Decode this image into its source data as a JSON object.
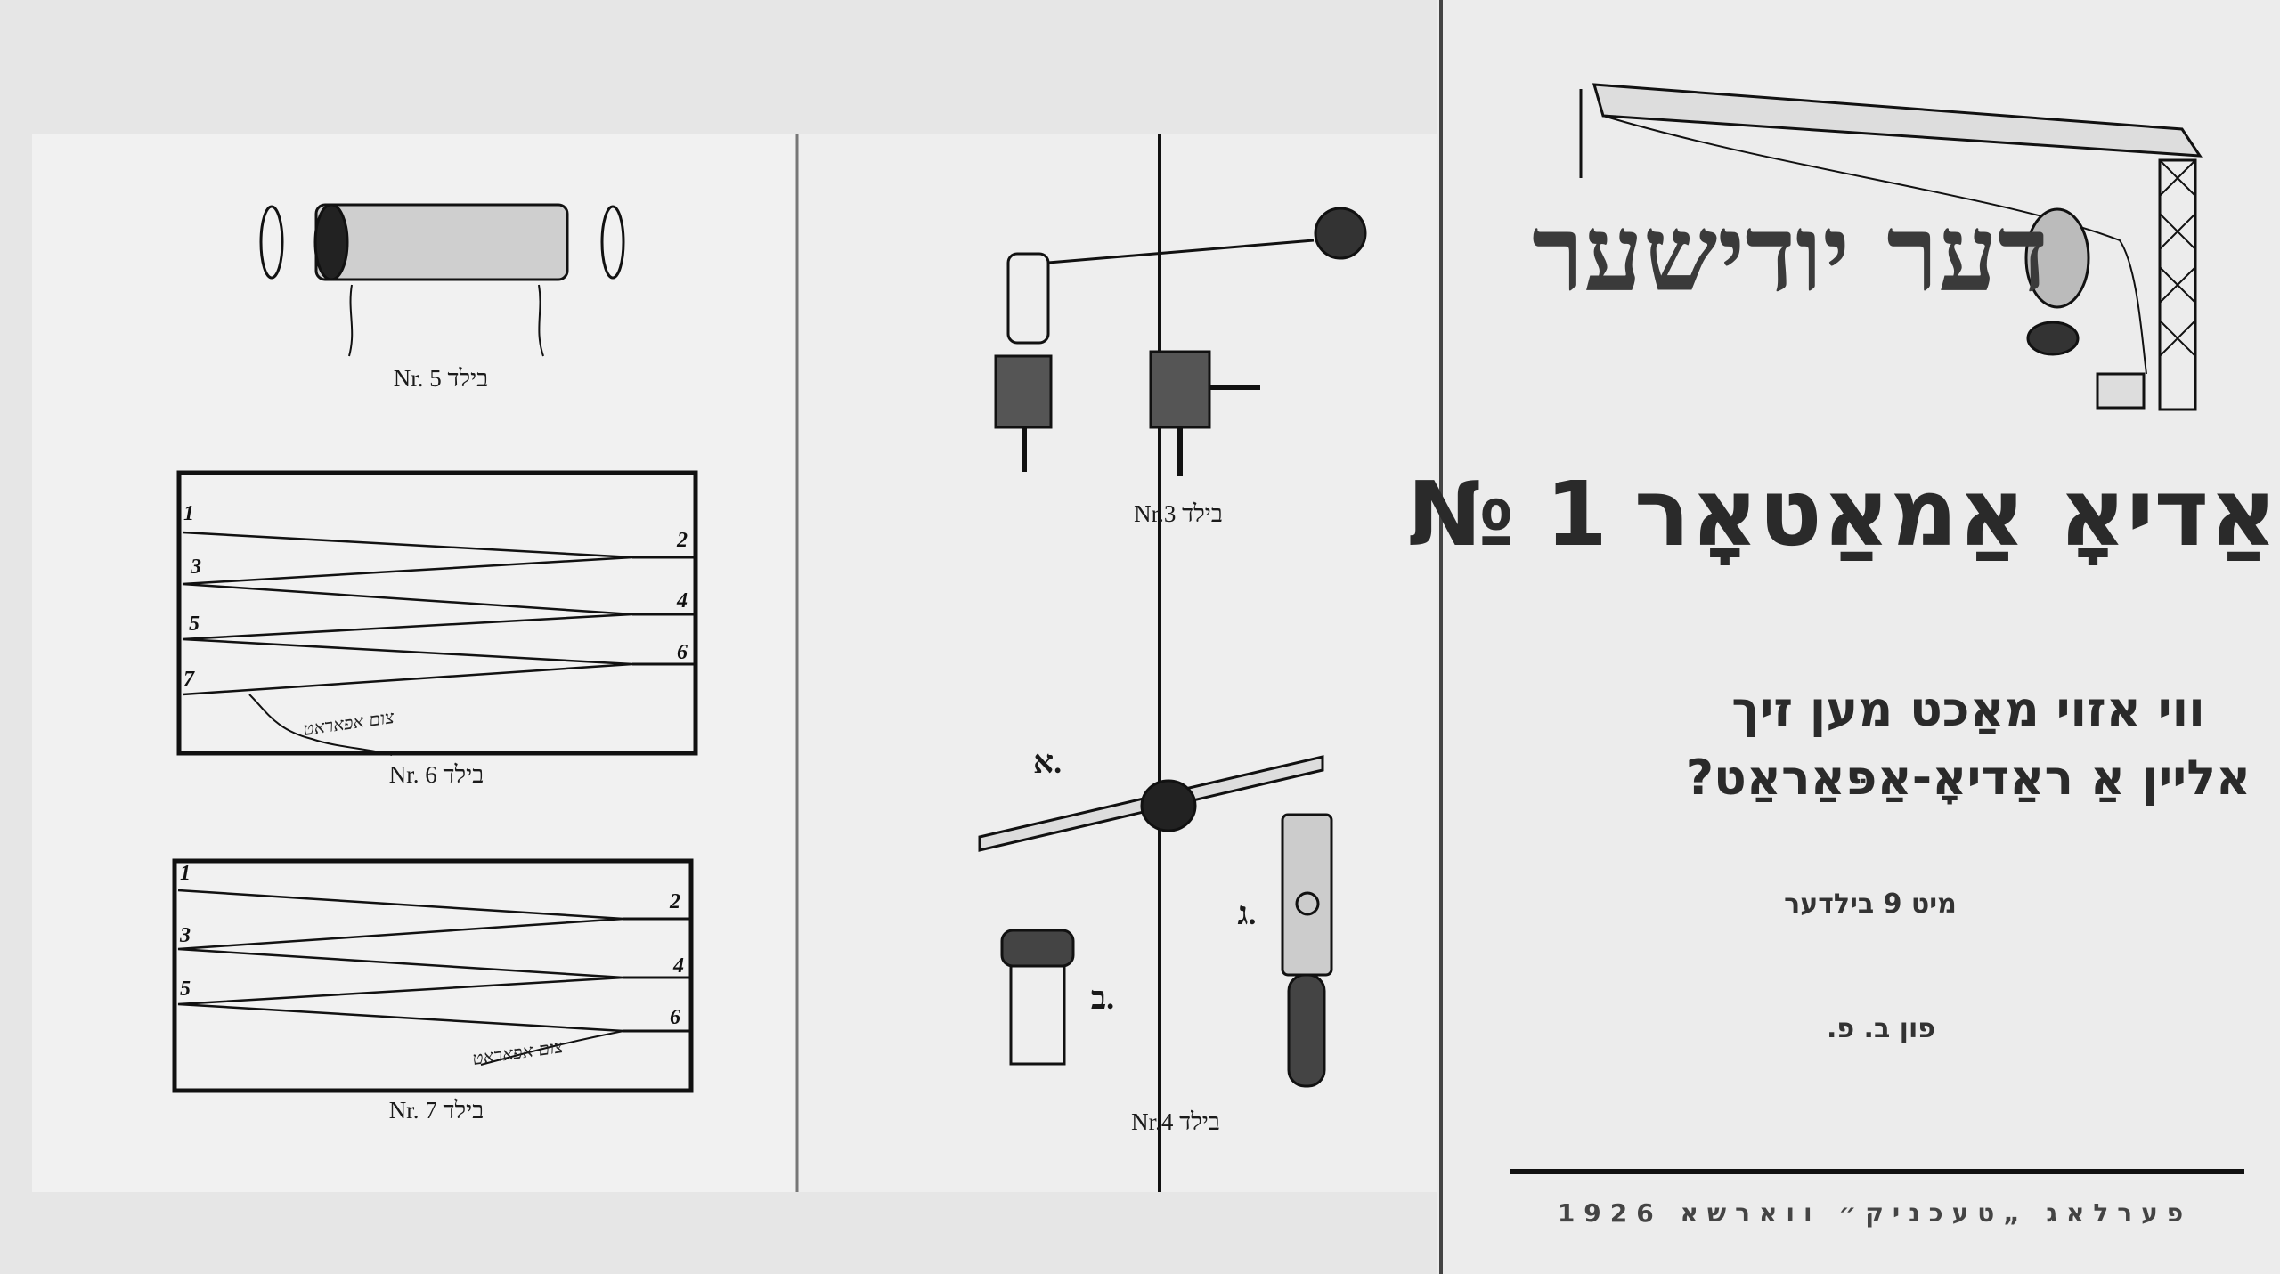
{
  "left_page": {
    "figure5_caption": "Nr. 5 בילד",
    "figure6_caption": "Nr. 6 בילד",
    "figure7_caption": "Nr. 7 בילד",
    "figure6_wire_numbers": [
      "1",
      "2",
      "3",
      "4",
      "5",
      "6",
      "7"
    ],
    "figure7_wire_numbers": [
      "1",
      "2",
      "3",
      "4",
      "5",
      "6"
    ],
    "figure6_handwritten": "צום אפאראט",
    "figure7_handwritten": "צום אפאראט"
  },
  "middle_page": {
    "figure3_caption": "Nr.3 בילד",
    "figure4_caption": "Nr.4 בילד",
    "part_a": "א.",
    "part_b": "ב.",
    "part_g": "ג."
  },
  "cover": {
    "series_title": "דער יודישער",
    "title": "ראַדיאָ אַמאַטאָר",
    "number": "№ 1",
    "subtitle_line1": "ווי אזוי מאַכט מען זיך",
    "subtitle_line2": "אליין אַ ראַדיאָ-אַפּאַראַט?",
    "illustrations_note": "מיט 9 בילדער",
    "author": "פון ב. פ.",
    "publisher": "פערלאג „טעכניק״ ווארשא 1926"
  }
}
